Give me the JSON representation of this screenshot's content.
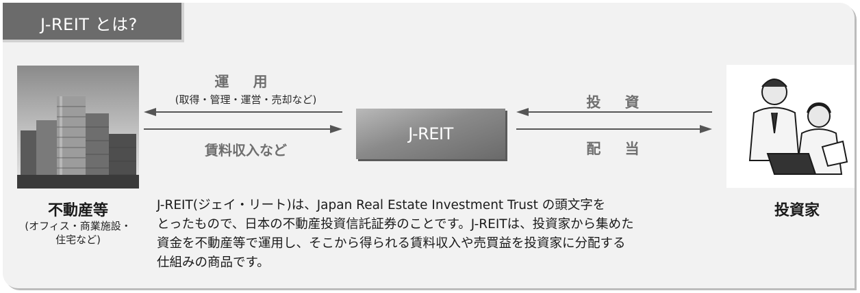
{
  "title": "J-REIT とは?",
  "center": "J-REIT",
  "left": {
    "name": "不動産等",
    "sub": "(オフィス・商業施設・\n住宅など)"
  },
  "right": {
    "name": "投資家"
  },
  "flows": {
    "unyo": "運 用",
    "unyo_detail": "(取得・管理・運営・売却など)",
    "rent": "賃料収入など",
    "invest": "投 資",
    "dividend": "配 当"
  },
  "description": "J-REIT(ジェイ・リート)は、Japan Real Estate Investment Trust の頭文字を\nとったもので、日本の不動産投資信託証券のことです。J-REITは、投資家から集めた\n資金を不動産等で運用し、そこから得られる賃料収入や売買益を投資家に分配する\n仕組みの商品です。",
  "colors": {
    "panel": "#f2f2f2",
    "tab": "#6b6b6b",
    "caption": "#6f6f6f",
    "arrow": "#555555"
  }
}
